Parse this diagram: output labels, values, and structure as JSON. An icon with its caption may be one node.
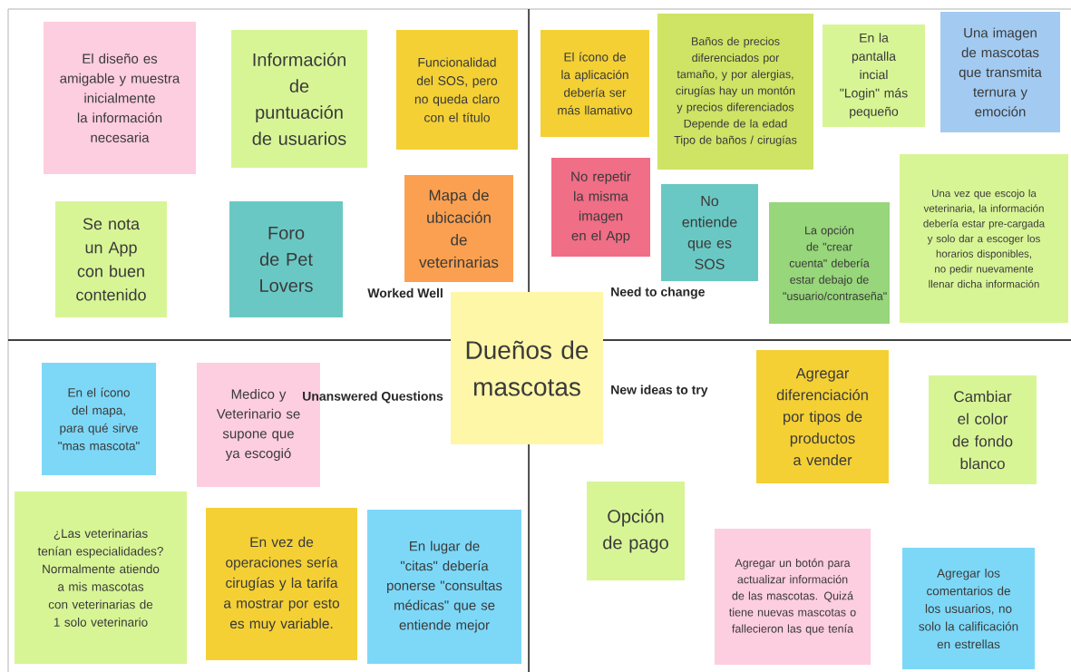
{
  "diagram": {
    "nodes": [
      {
        "text": [
          "El diseño es amigable y muestra inicialmente la información necesaria"
        ]
      },
      {
        "text": [
          "Información de puntuación de usuarios"
        ]
      },
      {
        "text": [
          "Funcionalidad del SOS, pero no queda claro con el título"
        ]
      },
      {
        "text": [
          "Se nota un App con buen contenido"
        ]
      },
      {
        "text": [
          "Foro de Pet Lovers"
        ]
      },
      {
        "text": [
          "Mapa de ubicación de veterinarias"
        ]
      },
      {
        "text": [
          "El ícono de la aplicación debería ser más llamativo"
        ]
      },
      {
        "text": [
          "Baños de precios diferenciados por tamaño, y por alergias, cirugías hay un montón y precios diferenciados Depende de la edad Tipo de baños / cirugías"
        ]
      },
      {
        "text": [
          "En la pantalla incial \"Login\" más pequeño"
        ]
      },
      {
        "text": [
          "Una imagen de mascotas que transmita ternura y emoción"
        ]
      },
      {
        "text": [
          "No repetir la misma imagen en el App"
        ]
      },
      {
        "text": [
          "No entiende que es SOS"
        ]
      },
      {
        "text": [
          "La opción de \"crear cuenta\" debería estar debajo de \"usuario/contraseña\""
        ]
      },
      {
        "text": [
          "Una vez que escojo la veterinaria, la información debería estar pre-cargada y solo dar a escoger los horarios disponibles, no pedir nuevamente llenar dicha información"
        ]
      },
      {
        "text": [
          "Dueños de mascotas"
        ]
      },
      {
        "text": [
          "En el ícono del mapa, para qué sirve \"mas mascota\""
        ]
      },
      {
        "text": [
          "Medico y Veterinario se supone que ya escogió"
        ]
      },
      {
        "text": [
          "¿Las veterinarias tenían especialidades? Normalmente atiendo a mis mascotas con veterinarias de 1 solo veterinario"
        ]
      },
      {
        "text": [
          "En vez de operaciones sería cirugías y la tarifa a mostrar por esto es muy variable."
        ]
      },
      {
        "text": [
          "En lugar de \"citas\" debería ponerse \"consultas médicas\" que se entiende mejor"
        ]
      },
      {
        "text": [
          "Agregar diferenciación por tipos de productos a vender"
        ]
      },
      {
        "text": [
          "Cambiar el color de fondo blanco"
        ]
      },
      {
        "text": [
          "Opción de pago"
        ]
      },
      {
        "text": [
          "Agregar un botón para actualizar información de las mascotas. Quizá tiene nuevas mascotas o fallecieron las que tenía"
        ]
      },
      {
        "text": [
          "Agregar los comentarios de los usuarios, no solo la calificación en estrellas"
        ]
      }
    ],
    "labels": [
      "Worked Well",
      "Need to change",
      "Unanswered Questions",
      "New ideas to try"
    ]
  }
}
